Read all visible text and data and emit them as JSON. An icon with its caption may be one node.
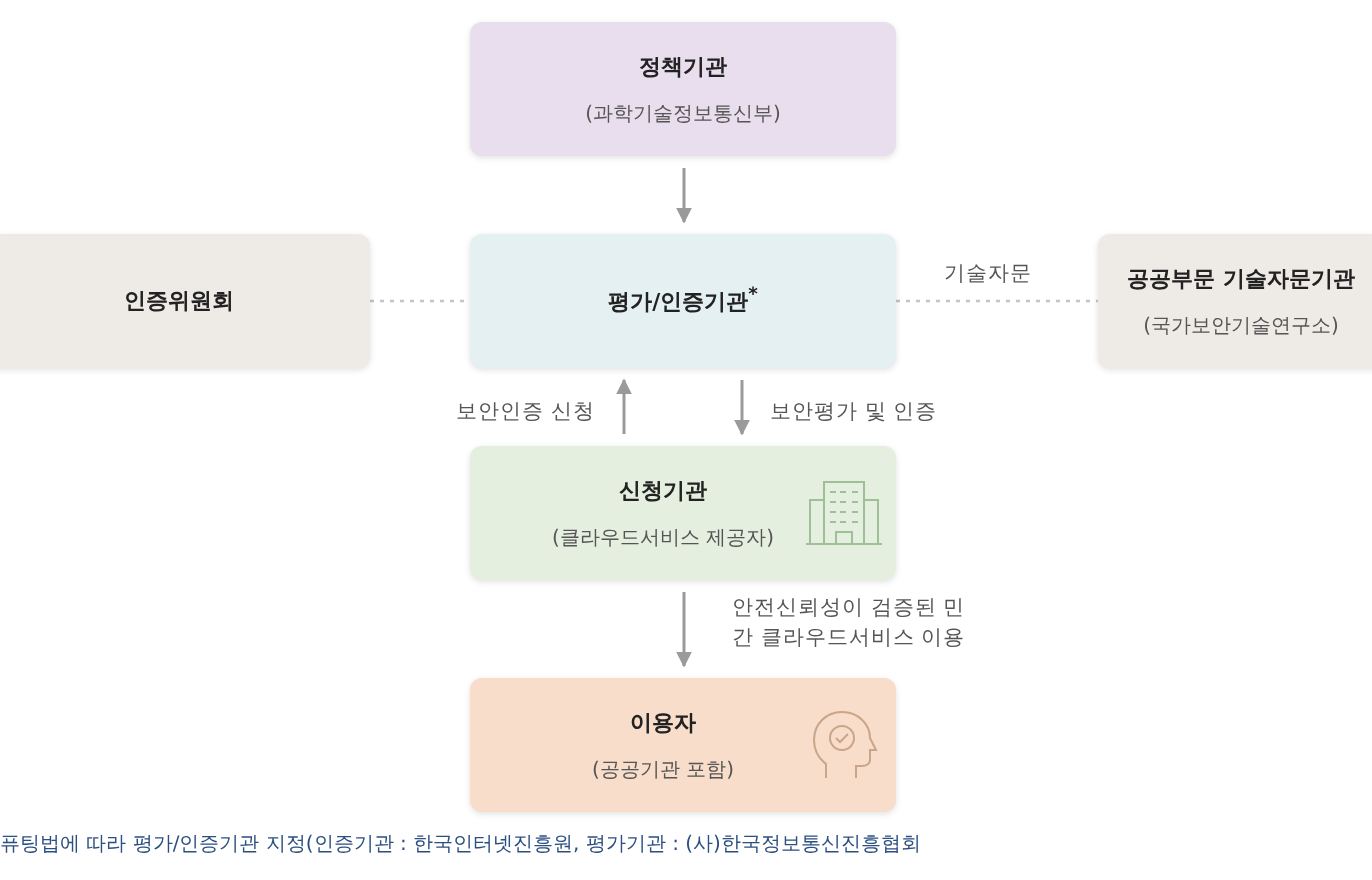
{
  "diagram": {
    "nodes": [
      {
        "text": [
          "정책기관",
          "(과학기술정보통신부)"
        ]
      },
      {
        "text": [
          "인증위원회"
        ]
      },
      {
        "text": [
          "평가/인증기관$^{*}$"
        ]
      },
      {
        "text": [
          "공공부문 기술자문기관",
          "(국가보안기술연구소)"
        ]
      },
      {
        "text": [
          "신청기관",
          "(클라우드서비스 제공자)"
        ]
      },
      {
        "text": [
          "이용자",
          "(공공기관 포함)"
        ]
      }
    ],
    "edges": [
      {
        "from": 0,
        "to": 2,
        "arrow": "to"
      },
      {
        "from": 1,
        "to": 2,
        "arrow": "none",
        "style": "dashed"
      },
      {
        "from": 2,
        "to": 3,
        "arrow": "none",
        "style": "dashed",
        "label": "기술자문"
      },
      {
        "from": 4,
        "to": 2,
        "arrow": "to",
        "label": "보안인증 신청"
      },
      {
        "from": 2,
        "to": 4,
        "arrow": "to",
        "label": "보안평가 및 인증"
      },
      {
        "from": 4,
        "to": 5,
        "arrow": "to",
        "label": "안전신뢰성이 검증된 민간 클라우드서비스 이용"
      }
    ],
    "labels": [
      "퓨팅법에 따라 평가/인증기관 지정(인증기관 : 한국인터넷진흥원, 평가기관 : (사)한국정보통신진흥협회"
    ]
  }
}
